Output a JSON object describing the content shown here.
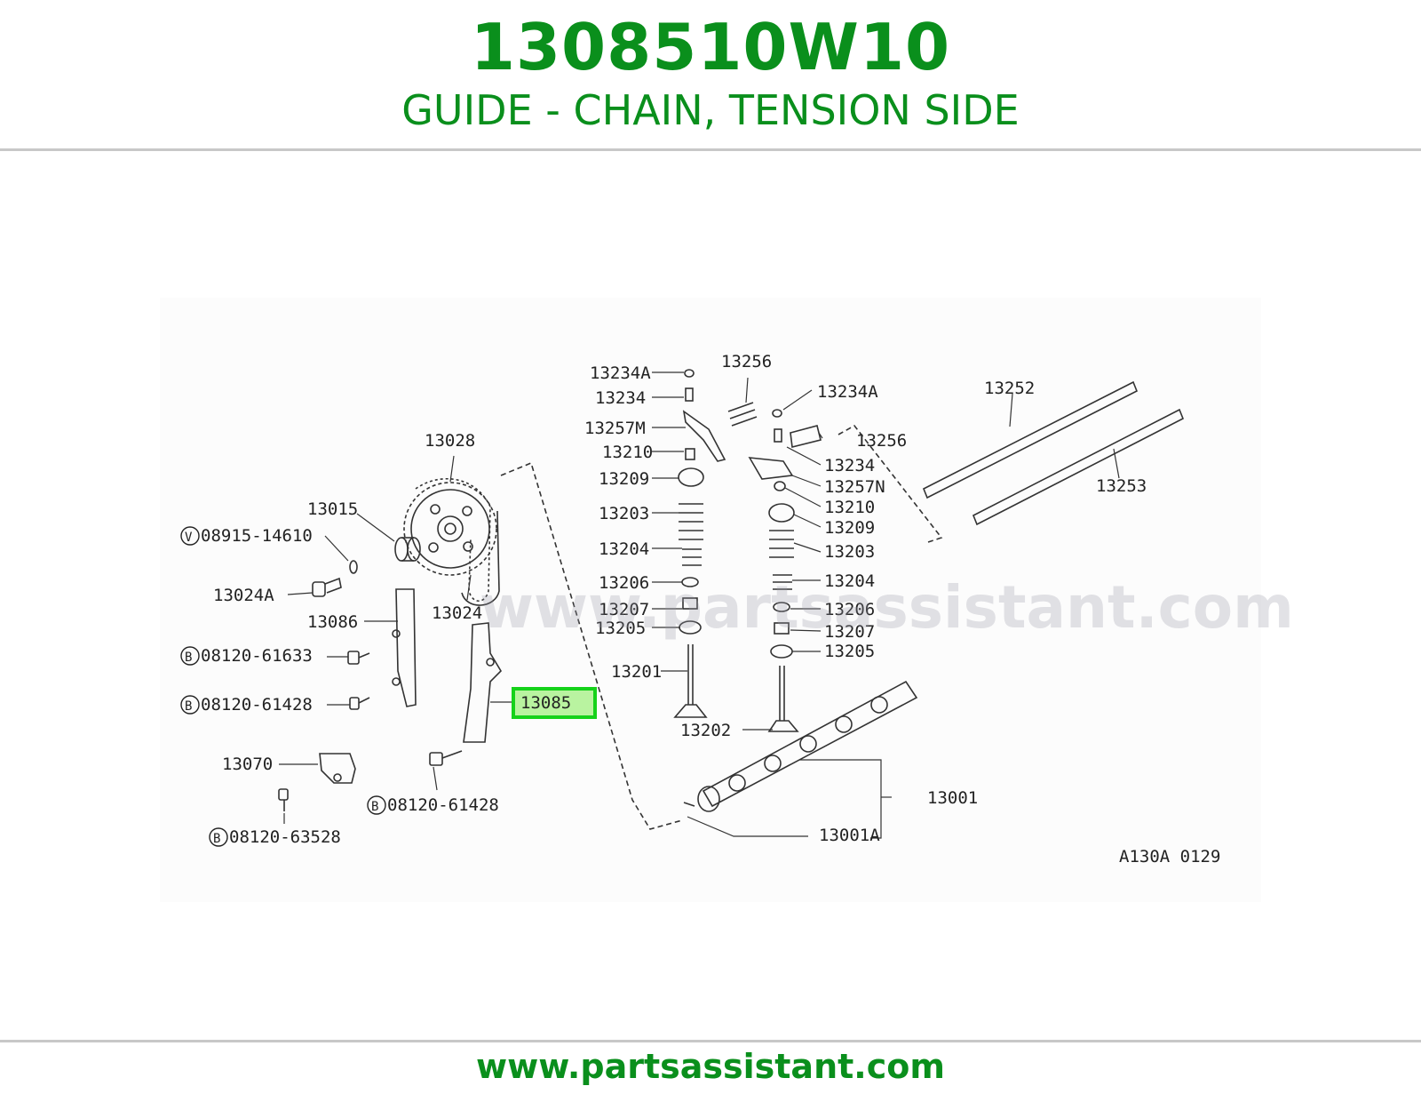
{
  "header": {
    "part_number": "1308510W10",
    "description": "GUIDE - CHAIN, TENSION SIDE"
  },
  "footer": {
    "url": "www.partsassistant.com"
  },
  "diagram": {
    "watermark": "www.partsassistant.com",
    "figure_code": "A130A 0129",
    "highlighted_label": "13085",
    "labels": {
      "l13234A_1": "13234A",
      "l13256_1": "13256",
      "l13234A_2": "13234A",
      "l13234_1": "13234",
      "l13252": "13252",
      "l13257M": "13257M",
      "l13256_2": "13256",
      "l13210_1": "13210",
      "l13234_2": "13234",
      "l13209_1": "13209",
      "l13257N": "13257N",
      "l13253": "13253",
      "l13028": "13028",
      "l13203_1": "13203",
      "l13210_2": "13210",
      "l13015": "13015",
      "l08915": "08915-14610",
      "l13209_2": "13209",
      "l13204_1": "13204",
      "l13203_2": "13203",
      "l13206_1": "13206",
      "l13204_2": "13204",
      "l13024A": "13024A",
      "l13207_1": "13207",
      "l13206_2": "13206",
      "l13024": "13024",
      "l13086": "13086",
      "l13205_1": "13205",
      "l13207_2": "13207",
      "l13205_2": "13205",
      "l08120_61633": "08120-61633",
      "l13201": "13201",
      "l08120_61428_1": "08120-61428",
      "l13202": "13202",
      "l13070": "13070",
      "l13001": "13001",
      "l08120_61428_2": "08120-61428",
      "l13001A": "13001A",
      "l08120_63528": "08120-63528"
    },
    "circle_marks": {
      "v": "V",
      "b": "B"
    }
  }
}
